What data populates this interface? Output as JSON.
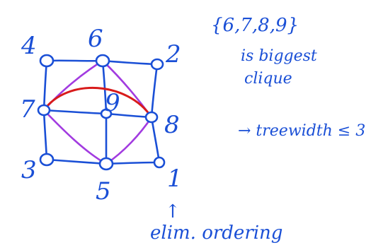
{
  "graph": {
    "vertex_labels": {
      "top_left": "4",
      "top_mid": "6",
      "top_right": "2",
      "mid_left": "7",
      "center": "9",
      "mid_right": "8",
      "bottom_left": "3",
      "bottom_mid": "5",
      "bottom_right": "1"
    }
  },
  "notes": {
    "clique_set": "{6,7,8,9}",
    "clique_line1": "is biggest",
    "clique_line2": "clique",
    "treewidth": "→ treewidth ≤ 3",
    "ordering": "elim. ordering",
    "arrow_symbol": "↑"
  },
  "colors": {
    "ink": "#1a4fd6",
    "purple_edges": "#a23be0",
    "red_edge": "#d81b1b"
  }
}
